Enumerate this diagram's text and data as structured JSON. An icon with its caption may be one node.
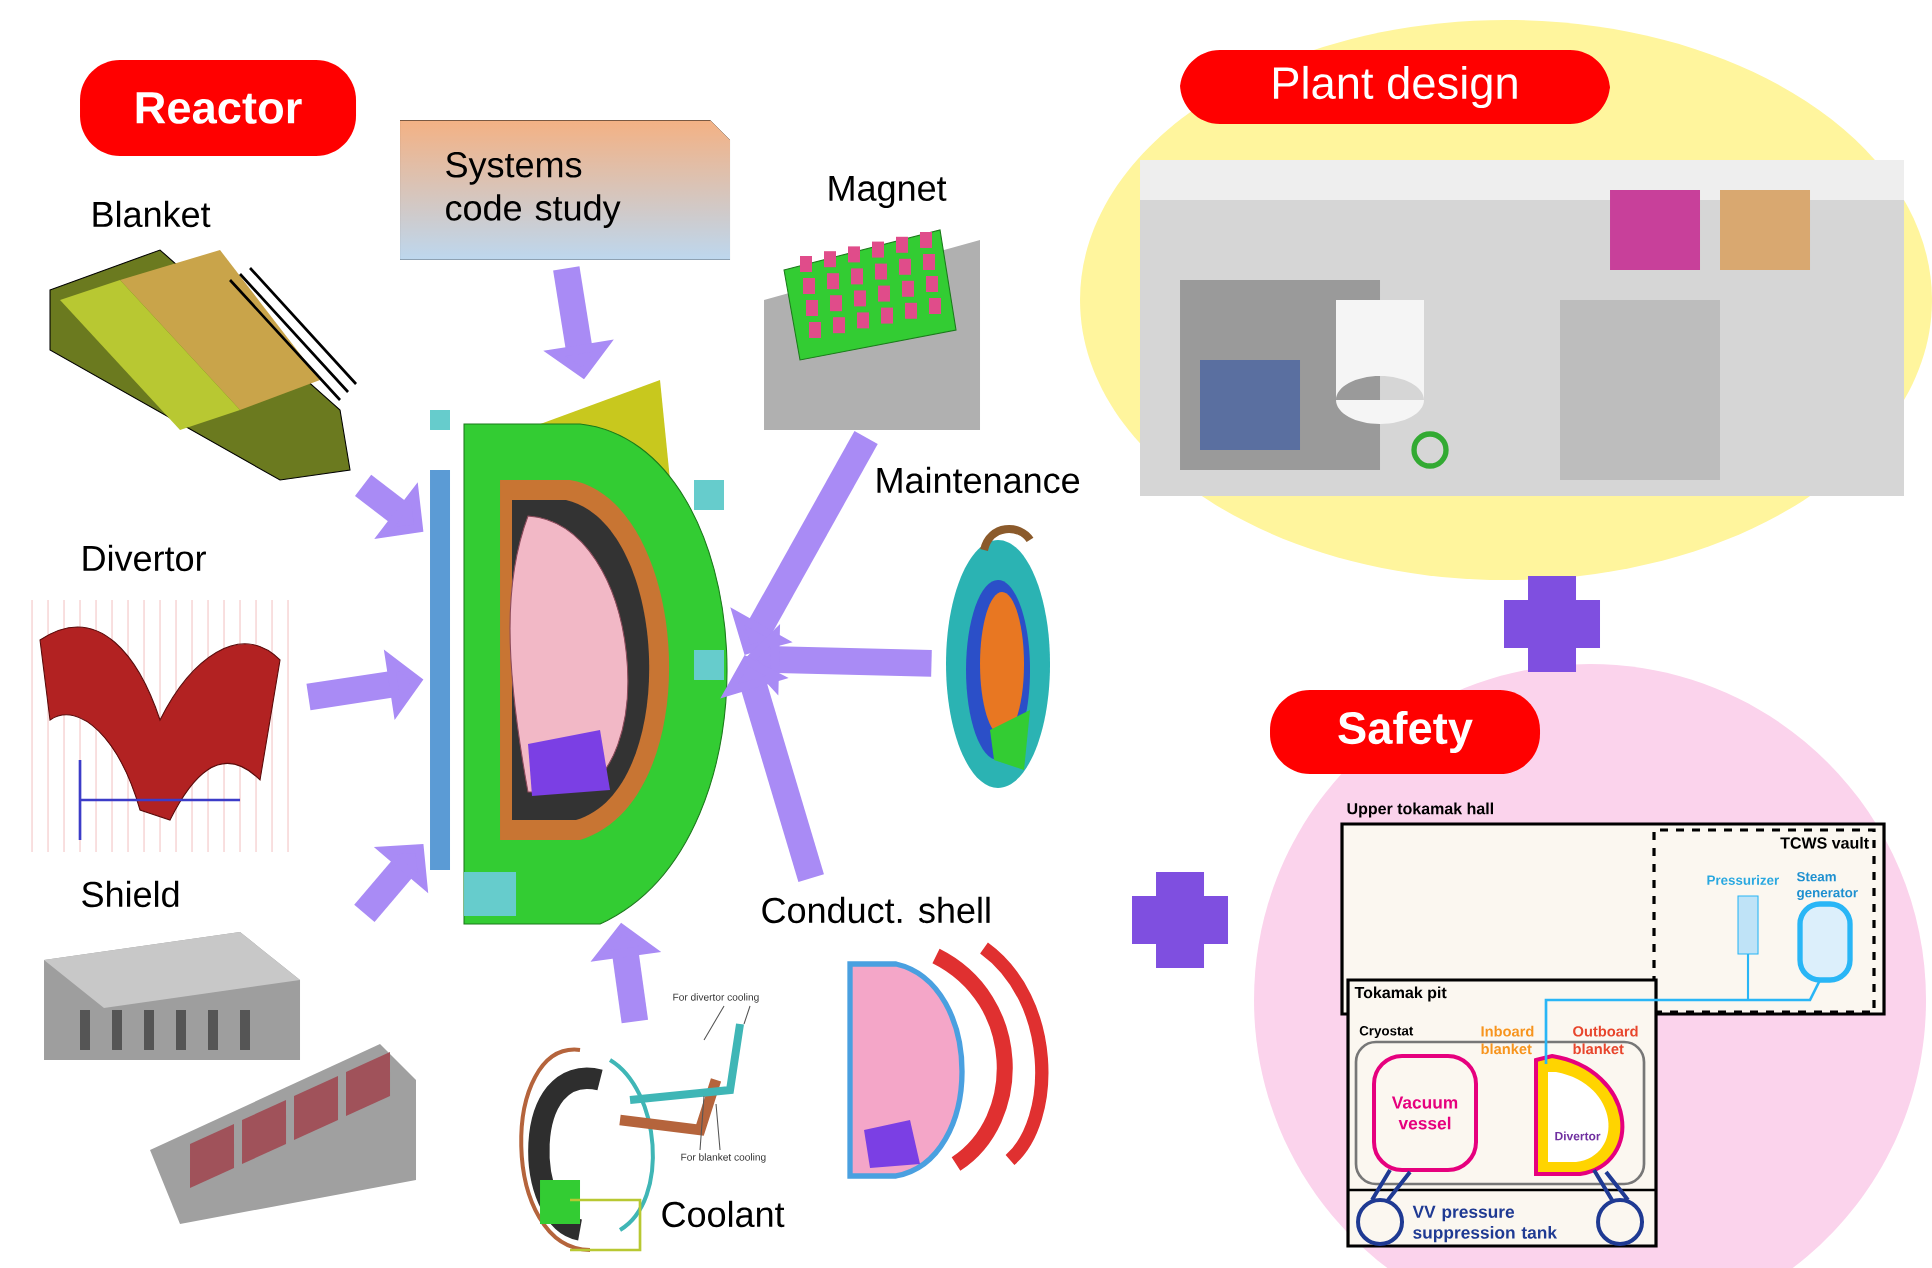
{
  "diagram": {
    "nodes": [
      {
        "text": [
          "Reactor"
        ]
      },
      {
        "text": [
          "Systems code study"
        ]
      },
      {
        "text": [
          "Magnet"
        ]
      },
      {
        "text": [
          "Blanket"
        ]
      },
      {
        "text": [],
        "shape": "picture"
      },
      {
        "text": [
          "Maintenance"
        ]
      },
      {
        "text": [
          "Divertor"
        ]
      },
      {
        "text": [
          "Conduct. shell"
        ]
      },
      {
        "text": [
          "Shield"
        ]
      },
      {
        "text": [
          "Coolant"
        ]
      },
      {
        "text": [
          "Plant design"
        ]
      },
      {
        "text": [
          "Safety"
        ]
      },
      {
        "text": [
          "Upper tokamak hall"
        ]
      },
      {
        "text": [
          "TCWS vault"
        ],
        "in": 12
      },
      {
        "text": [
          "Tokamak pit"
        ]
      },
      {
        "text": [
          "Cryostat"
        ],
        "in": 14
      },
      {
        "text": [
          "Vacuum vessel"
        ],
        "in": 15
      }
    ],
    "edges": [
      {
        "from": 1,
        "to": 4,
        "arrow": "to"
      },
      {
        "from": 3,
        "to": 4,
        "arrow": "to"
      },
      {
        "from": 2,
        "to": 4,
        "arrow": "to"
      },
      {
        "from": 5,
        "to": 4,
        "arrow": "to"
      },
      {
        "from": 6,
        "to": 4,
        "arrow": "to"
      },
      {
        "from": 7,
        "to": 4,
        "arrow": "to"
      },
      {
        "from": 8,
        "to": 4,
        "arrow": "to"
      },
      {
        "from": 9,
        "to": 4,
        "arrow": "to"
      }
    ],
    "labels": [
      "For divertor cooling",
      "For blanket cooling",
      "Pressurizer",
      "Steam generator",
      "Inboard blanket",
      "Outboard blanket",
      "Divertor",
      "VV pressure suppression tank"
    ]
  }
}
